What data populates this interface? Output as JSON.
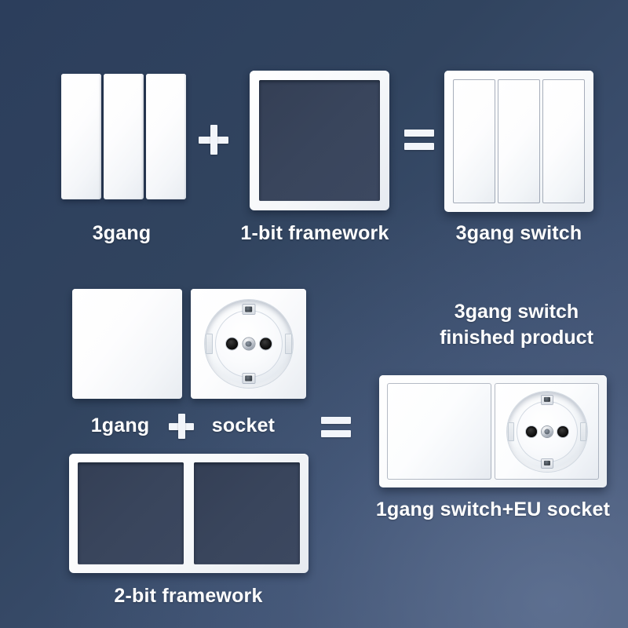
{
  "background": {
    "color_top_left": "#2c3e5c",
    "color_bottom_right": "#4c5b79"
  },
  "row_top": {
    "part_a": {
      "label": "3gang",
      "gang_count": 3
    },
    "operator_plus": "+",
    "part_b": {
      "label": "1-bit framework",
      "slots": 1
    },
    "operator_equals": "=",
    "result": {
      "label": "3gang switch",
      "gang_count": 3
    }
  },
  "row_bottom": {
    "part_a": {
      "label": "1gang",
      "gang_count": 1
    },
    "operator_plus": "+",
    "part_b": {
      "label": "socket",
      "socket_type": "EU Schuko"
    },
    "part_c": {
      "label": "2-bit framework",
      "slots": 2
    },
    "operator_equals": "=",
    "heading_line1": "3gang switch",
    "heading_line2": "finished product",
    "result": {
      "label": "1gang switch+EU socket"
    }
  },
  "socket_details": {
    "pin_holes": 2,
    "center_screw": "screw-head",
    "earth_clips": 2
  }
}
